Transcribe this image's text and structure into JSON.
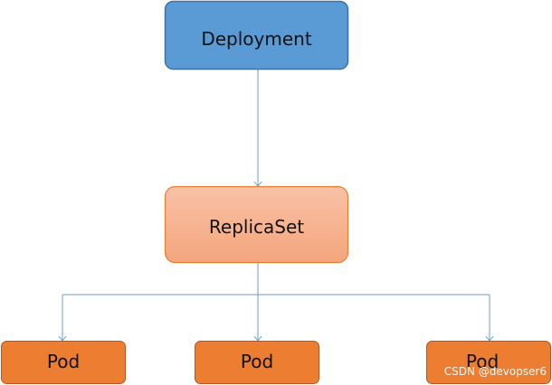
{
  "diagram": {
    "colors": {
      "connector": "#6c9bc8",
      "deployment_fill": "#5b9bd5",
      "deployment_stroke": "#41719c",
      "replicaset_fill": "#f4b183",
      "replicaset_stroke": "#ed7d31",
      "pod_fill": "#ed7d31",
      "pod_stroke": "#ae5a21"
    },
    "nodes": {
      "deployment": {
        "label": "Deployment"
      },
      "replicaset": {
        "label": "ReplicaSet"
      },
      "pods": [
        {
          "label": "Pod"
        },
        {
          "label": "Pod"
        },
        {
          "label": "Pod"
        }
      ]
    },
    "edges": [
      {
        "from": "Deployment",
        "to": "ReplicaSet"
      },
      {
        "from": "ReplicaSet",
        "to": "Pod 1"
      },
      {
        "from": "ReplicaSet",
        "to": "Pod 2"
      },
      {
        "from": "ReplicaSet",
        "to": "Pod 3"
      }
    ]
  },
  "watermark": {
    "text": "CSDN @devopser6"
  }
}
